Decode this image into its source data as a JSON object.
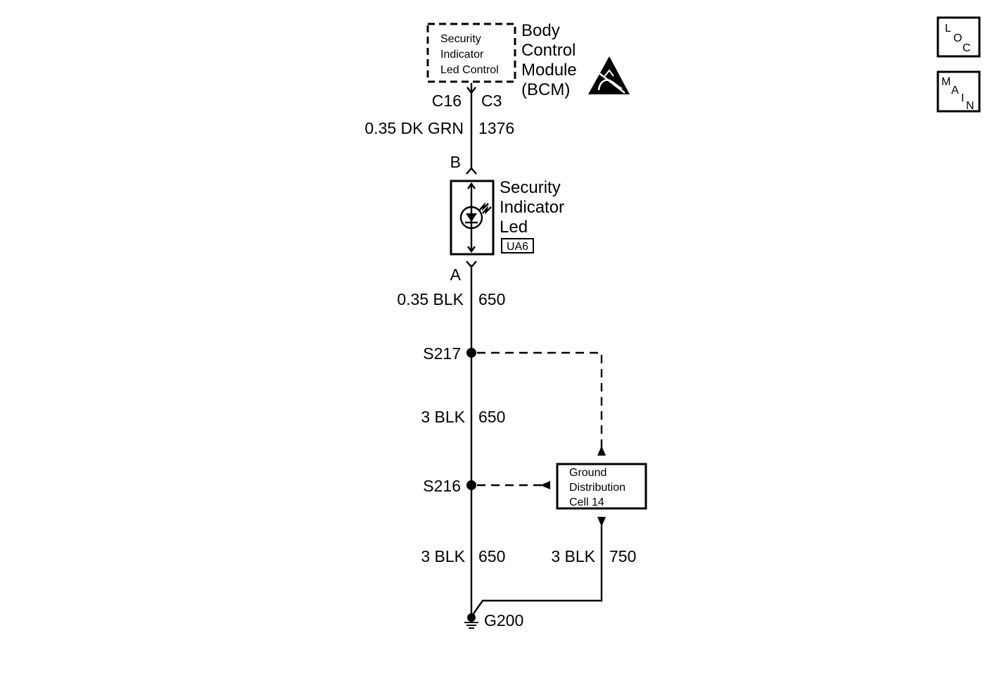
{
  "bcm": {
    "inner_lines": [
      "Security",
      "Indicator",
      "Led Control"
    ],
    "name_lines": [
      "Body",
      "Control",
      "Module",
      "(BCM)"
    ],
    "connector": "C16",
    "pin": "C3",
    "esd_icon": "esd-sensitive-icon"
  },
  "wire_bcm_led": {
    "gauge_color": "0.35 DK GRN",
    "circuit": "1376"
  },
  "led": {
    "terminal_top": "B",
    "terminal_bottom": "A",
    "name_lines": [
      "Security",
      "Indicator",
      "Led"
    ],
    "badge": "UA6",
    "icon": "led-diode-icon"
  },
  "wire_led_s217": {
    "gauge_color": "0.35 BLK",
    "circuit": "650"
  },
  "splice_upper": "S217",
  "wire_s217_s216": {
    "gauge_color": "3 BLK",
    "circuit": "650"
  },
  "splice_lower": "S216",
  "ground_distribution": {
    "lines": [
      "Ground",
      "Distribution",
      "Cell 14"
    ]
  },
  "wire_s216_g200": {
    "gauge_color": "3 BLK",
    "circuit": "650"
  },
  "wire_gd_g200": {
    "gauge_color": "3 BLK",
    "circuit": "750"
  },
  "ground": {
    "label": "G200",
    "icon": "ground-icon"
  },
  "nav": {
    "loc": {
      "letters": [
        "L",
        "O",
        "C"
      ],
      "icon": "loc-button-icon"
    },
    "main": {
      "letters": [
        "M",
        "A",
        "I",
        "N"
      ],
      "icon": "main-button-icon"
    }
  }
}
